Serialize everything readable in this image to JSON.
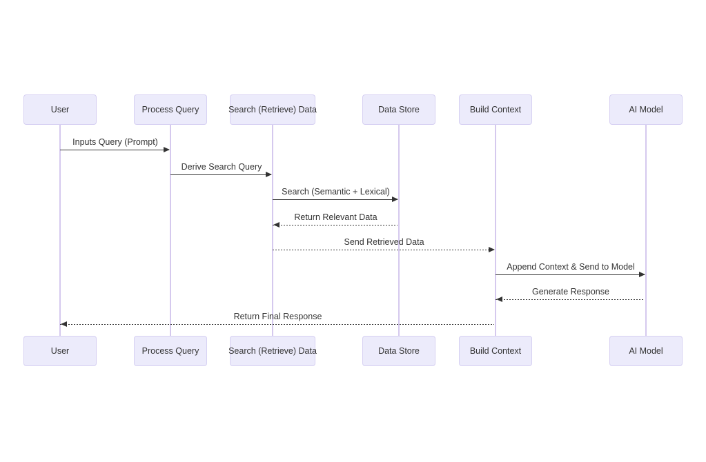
{
  "diagram": {
    "type": "sequence-diagram",
    "actors": [
      {
        "id": "user",
        "label": "User"
      },
      {
        "id": "process-query",
        "label": "Process Query"
      },
      {
        "id": "search-retrieve-data",
        "label": "Search (Retrieve) Data"
      },
      {
        "id": "data-store",
        "label": "Data Store"
      },
      {
        "id": "build-context",
        "label": "Build Context"
      },
      {
        "id": "ai-model",
        "label": "AI Model"
      }
    ],
    "messages": [
      {
        "from": "user",
        "to": "process-query",
        "label": "Inputs Query (Prompt)",
        "line": "solid"
      },
      {
        "from": "process-query",
        "to": "search-retrieve-data",
        "label": "Derive Search Query",
        "line": "solid"
      },
      {
        "from": "search-retrieve-data",
        "to": "data-store",
        "label": "Search (Semantic + Lexical)",
        "line": "solid"
      },
      {
        "from": "data-store",
        "to": "search-retrieve-data",
        "label": "Return Relevant Data",
        "line": "dotted"
      },
      {
        "from": "search-retrieve-data",
        "to": "build-context",
        "label": "Send Retrieved Data",
        "line": "dotted"
      },
      {
        "from": "build-context",
        "to": "ai-model",
        "label": "Append Context & Send to Model",
        "line": "solid"
      },
      {
        "from": "ai-model",
        "to": "build-context",
        "label": "Generate Response",
        "line": "dotted"
      },
      {
        "from": "build-context",
        "to": "user",
        "label": "Return Final Response",
        "line": "dotted"
      }
    ],
    "colors": {
      "background": "#FFFFFF",
      "actor_fill": "#ECEBFB",
      "actor_border": "#D6D0F2",
      "lifeline": "#D5C9EE",
      "message": "#333333",
      "text": "#333333"
    }
  }
}
